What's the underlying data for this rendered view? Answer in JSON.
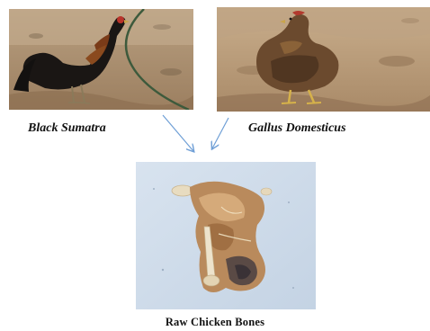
{
  "labels": {
    "left": "Black Sumatra",
    "right": "Gallus Domesticus",
    "bottom": "Raw Chicken Bones"
  },
  "colors": {
    "arrow": "#6f9fd6",
    "text": "#111111"
  }
}
